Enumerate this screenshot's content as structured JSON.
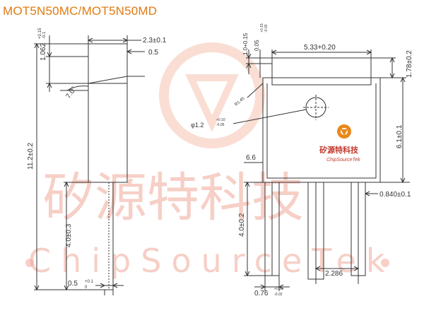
{
  "title": "MOT5N50MC/MOT5N50MD",
  "watermark": {
    "cn_text": "矽源特科技",
    "en_text": "ChipSourceTek"
  },
  "logo": {
    "cn_text": "矽源特科技",
    "en_text": "ChipSourceTek"
  },
  "side_view": {
    "height_total": "11.2±0.2",
    "tab_thickness": "1.062",
    "tab_thickness_tol_plus": "+0.15",
    "tab_thickness_tol_minus": "-0.1",
    "body_width": "2.3±0.1",
    "step": "0.5",
    "angle": "7.0°",
    "lead_length": "4.0±0.3",
    "lead_thickness": "0.5",
    "lead_thickness_tol_plus": "+0.1",
    "lead_thickness_tol_minus": "0"
  },
  "front_view": {
    "dim_top_a": "1.0+0.15",
    "dim_top_b": "0.05",
    "dim_top_b_tol_plus": "+0.15",
    "dim_top_b_tol_minus": "-0.03",
    "width": "5.33+0.20",
    "tab_height": "1.78±0.2",
    "chamfer": "R1.45",
    "hole_dia": "φ1.2",
    "hole_tol_plus": "+0.10",
    "hole_tol_minus": "-0.05",
    "hole_offset": "6.1±0.1",
    "body_height": "6.6",
    "lead_width": "0.840±0.1",
    "lead_length": "4.0±0.2",
    "pitch": "2.286",
    "lead_base": "0.76",
    "lead_base_tol_plus": "+0.10",
    "lead_base_tol_minus": "-0.02"
  },
  "colors": {
    "title": "#e07a10",
    "line": "#333333",
    "watermark": "#f0a898",
    "logo_orange": "#e8891c"
  }
}
